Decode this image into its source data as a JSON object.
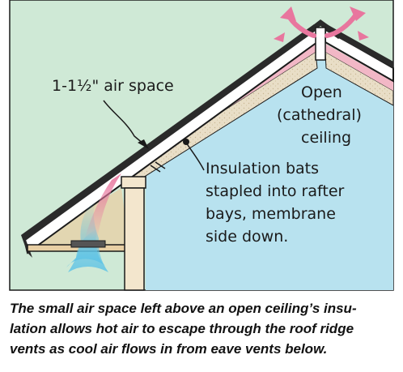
{
  "colors": {
    "background": "#cfe9d6",
    "wall": "#b8e2ef",
    "insulation": "#e9dec7",
    "membrane": "#f2b7c6",
    "roof_fill": "#ffffff",
    "attic": "#e8cfa4",
    "warm_air_arrow": "#e8769e",
    "cool_air_flow": "#5ec3e6",
    "outline": "#1a1a1a"
  },
  "labels": {
    "air_space": "1-1½\" air space",
    "ceiling_line1": "Open",
    "ceiling_line2": "(cathedral)",
    "ceiling_line3": "ceiling",
    "insulation_line1": "Insulation bats",
    "insulation_line2": "stapled into rafter",
    "insulation_line3": "bays, membrane",
    "insulation_line4": "side down."
  },
  "caption": {
    "line1": "The small air space left above an open ceiling’s insu-",
    "line2": "lation allows hot air to escape through the roof ridge",
    "line3": "vents as cool air flows in from eave vents below."
  },
  "icons": [
    "ridge-vent-icon",
    "eave-vent-icon",
    "airflow-arrow-icon"
  ]
}
